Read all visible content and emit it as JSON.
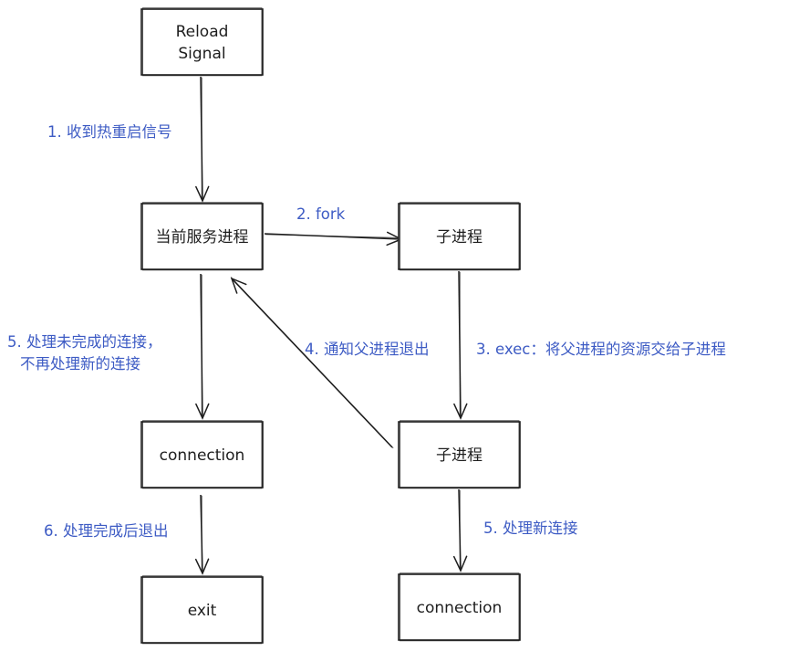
{
  "nodes": [
    {
      "id": "reload_signal",
      "lines": [
        "Reload",
        "Signal"
      ]
    },
    {
      "id": "current_service",
      "lines": [
        "当前服务进程"
      ]
    },
    {
      "id": "child_process_1",
      "lines": [
        "子进程"
      ]
    },
    {
      "id": "child_process_2",
      "lines": [
        "子进程"
      ]
    },
    {
      "id": "connection_left",
      "lines": [
        "connection"
      ]
    },
    {
      "id": "connection_right",
      "lines": [
        "connection"
      ]
    },
    {
      "id": "exit",
      "lines": [
        "exit"
      ]
    }
  ],
  "edges": [
    {
      "from": "reload_signal",
      "to": "current_service",
      "label": [
        "1. 收到热重启信号"
      ]
    },
    {
      "from": "current_service",
      "to": "child_process_1",
      "label": [
        "2. fork"
      ]
    },
    {
      "from": "child_process_1",
      "to": "child_process_2",
      "label": [
        "3. exec：将父进程的资源交给子进程"
      ]
    },
    {
      "from": "child_process_2",
      "to": "current_service",
      "label": [
        "4. 通知父进程退出"
      ]
    },
    {
      "from": "current_service",
      "to": "connection_left",
      "label": [
        "5. 处理未完成的连接，",
        "不再处理新的连接"
      ]
    },
    {
      "from": "child_process_2",
      "to": "connection_right",
      "label": [
        "5. 处理新连接"
      ]
    },
    {
      "from": "connection_left",
      "to": "exit",
      "label": [
        "6. 处理完成后退出"
      ]
    }
  ],
  "colors": {
    "stroke": "#1e1e1e",
    "label": "#3d5bc4",
    "background": "#ffffff"
  }
}
